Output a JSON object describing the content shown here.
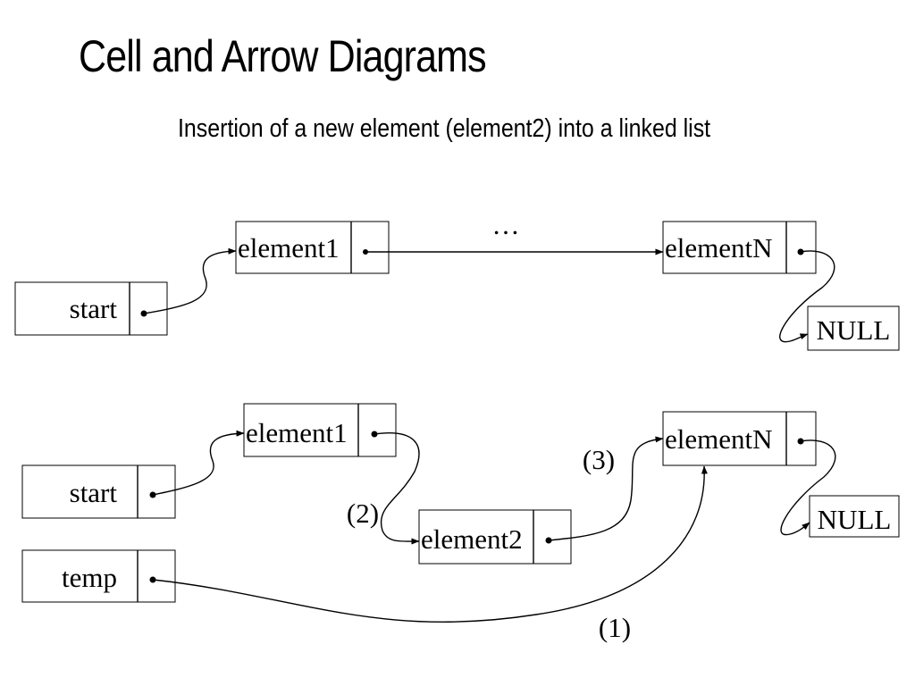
{
  "slide": {
    "title": "Cell and Arrow Diagrams",
    "subtitle": "Insertion of a new element (element2) into a linked list"
  },
  "before": {
    "start_label": "start",
    "element1_label": "element1",
    "ellipsis": "…",
    "elementN_label": "elementN",
    "null_label": "NULL"
  },
  "after": {
    "start_label": "start",
    "temp_label": "temp",
    "element1_label": "element1",
    "element2_label": "element2",
    "elementN_label": "elementN",
    "null_label": "NULL",
    "step1_label": "(1)",
    "step2_label": "(2)",
    "step3_label": "(3)"
  },
  "colors": {
    "ink": "#000000",
    "background": "#ffffff"
  }
}
